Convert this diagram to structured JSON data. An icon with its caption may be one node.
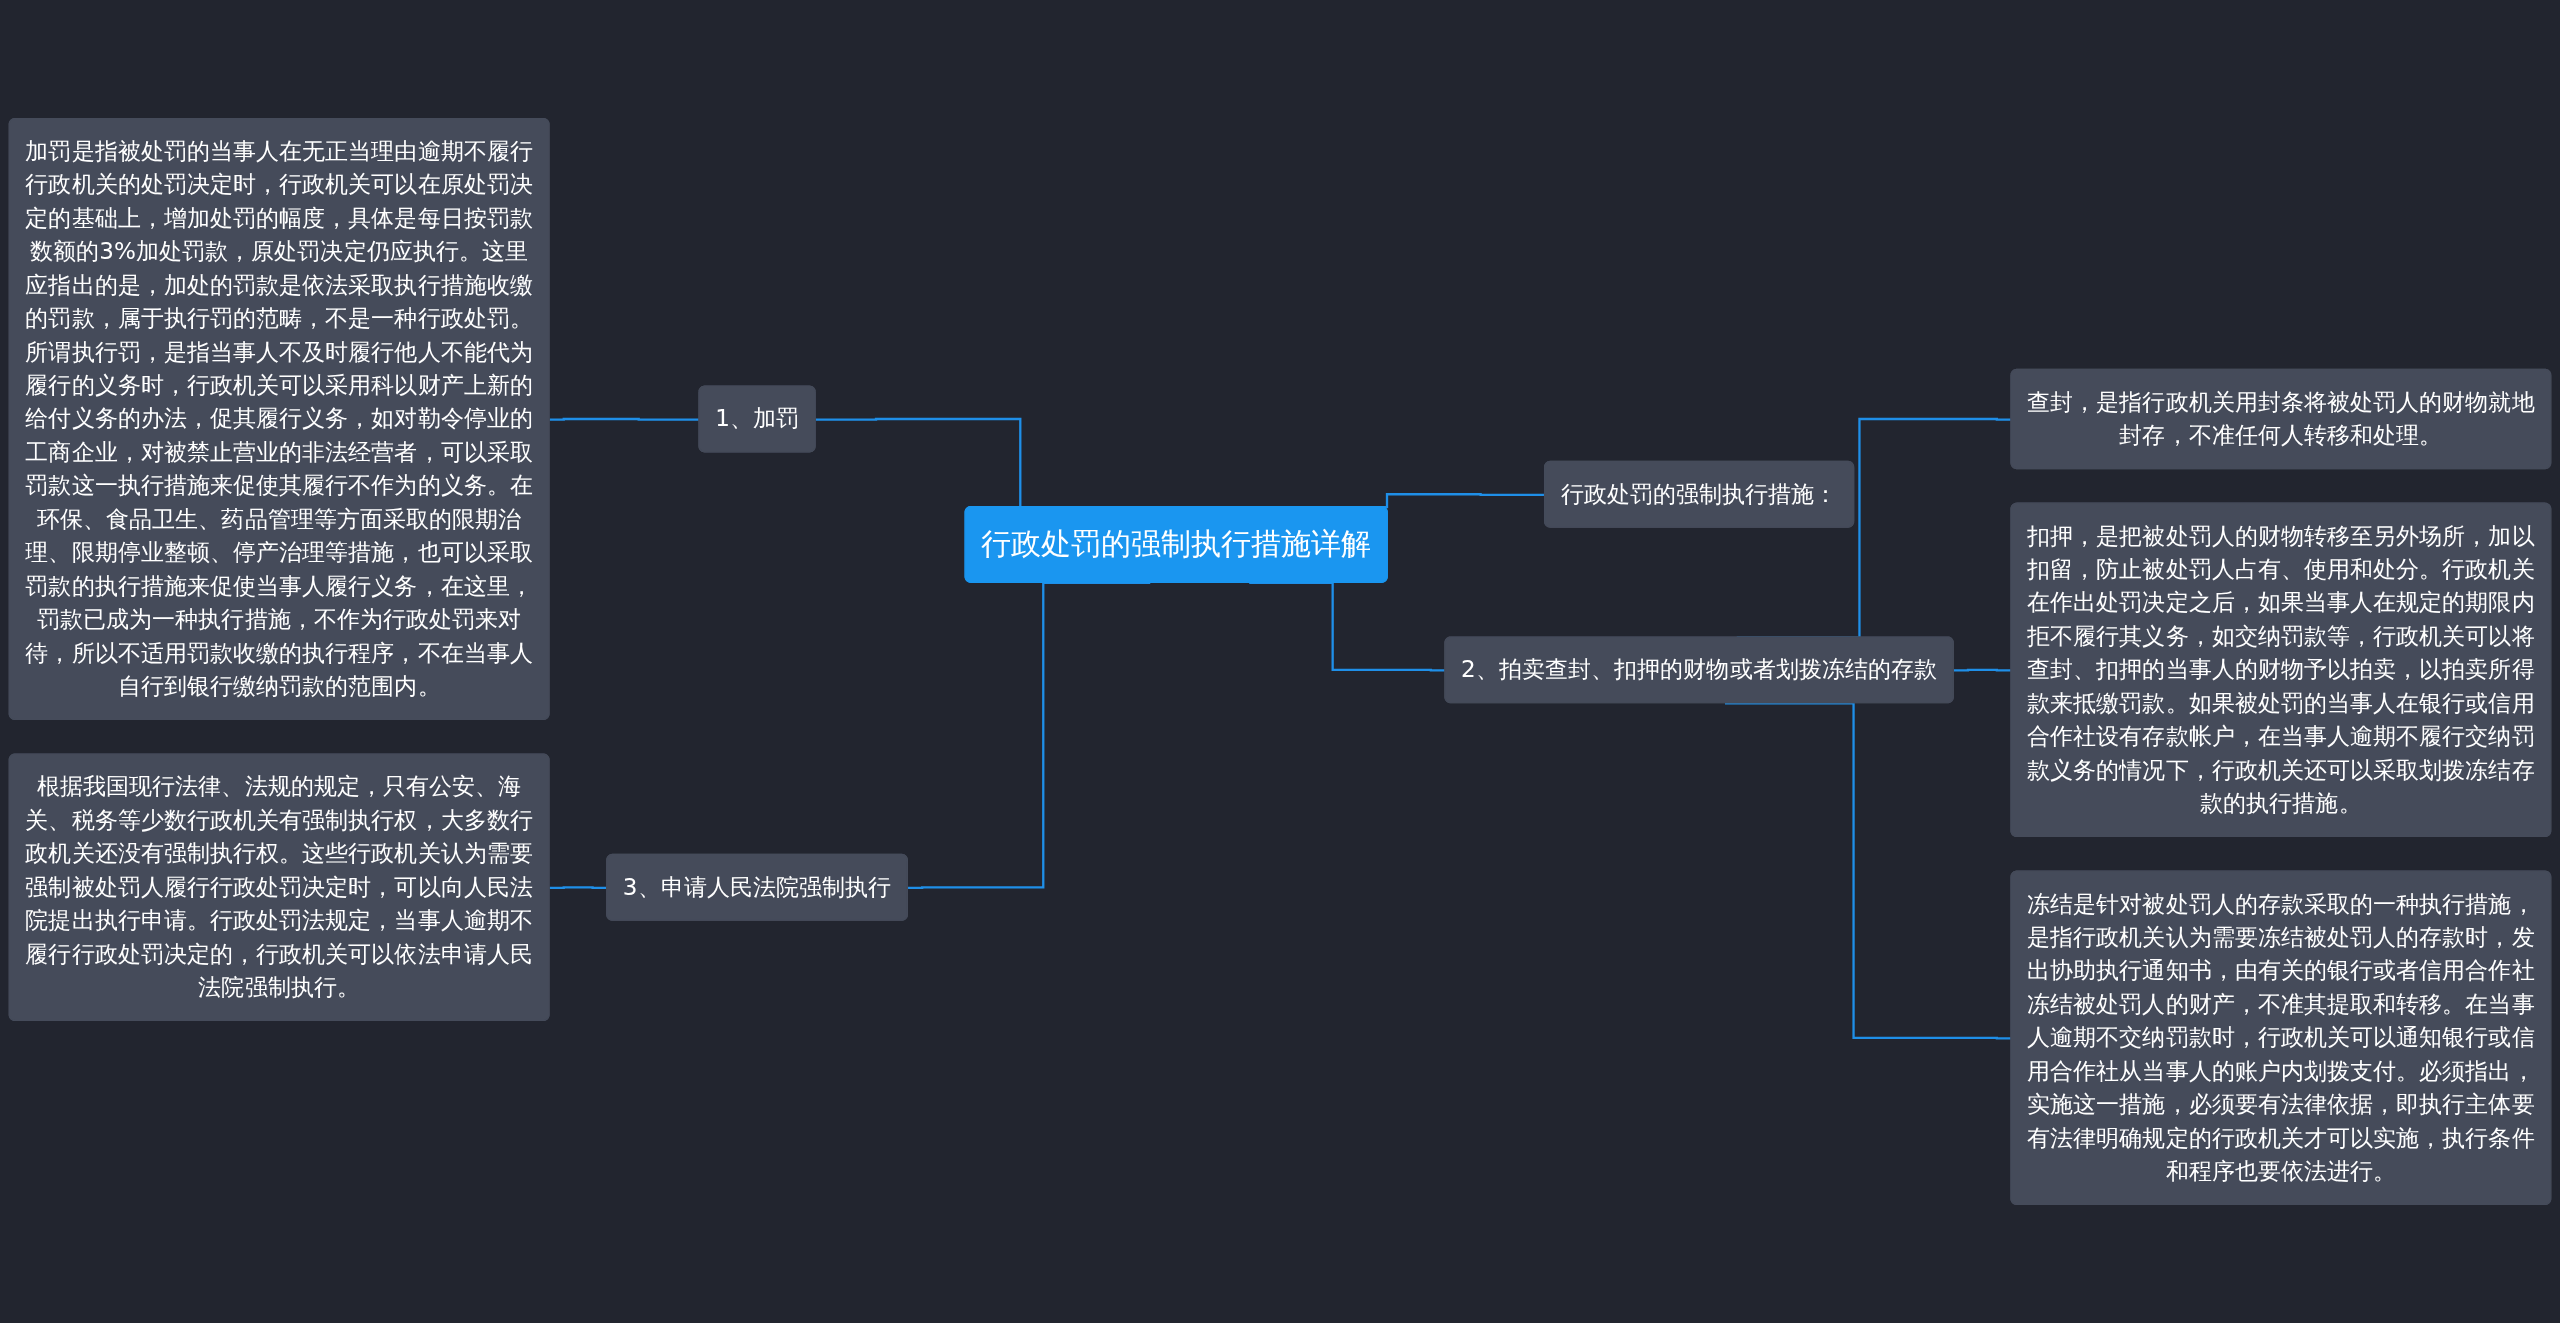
{
  "diagram": {
    "nodes": [
      {
        "text": [
          "行政处罚的强制执行措施详解"
        ]
      },
      {
        "text": [
          "1、加罚"
        ]
      },
      {
        "text": [
          "加罚是指被处罚的当事人在无正当理由逾期不履行行政机关的处罚决定时，行政机关可以在原处罚决定的基础上，增加处罚的幅度，具体是每日按罚款数额的3%加处罚款，原处罚决定仍应执行。这里应指出的是，加处的罚款是依法采取执行措施收缴的罚款，属于执行罚的范畴，不是一种行政处罚。所谓执行罚，是指当事人不及时履行他人不能代为履行的义务时，行政机关可以采用科以财产上新的给付义务的办法，促其履行义务，如对勒令停业的工商企业，对被禁止营业的非法经营者，可以采取罚款这一执行措施来促使其履行不作为的义务。在环保、食品卫生、药品管理等方面采取的限期治理、限期停业整顿、停产治理等措施，也可以采取罚款的执行措施来促使当事人履行义务，在这里，罚款已成为一种执行措施，不作为行政处罚来对待，所以不适用罚款收缴的执行程序，不在当事人自行到银行缴纳罚款的范围内。"
        ]
      },
      {
        "text": [
          "3、申请人民法院强制执行"
        ]
      },
      {
        "text": [
          "根据我国现行法律、法规的规定，只有公安、海关、税务等少数行政机关有强制执行权，大多数行政机关还没有强制执行权。这些行政机关认为需要强制被处罚人履行行政处罚决定时，可以向人民法院提出执行申请。行政处罚法规定，当事人逾期不履行行政处罚决定的，行政机关可以依法申请人民法院强制执行。"
        ]
      },
      {
        "text": [
          "行政处罚的强制执行措施："
        ]
      },
      {
        "text": [
          "2、拍卖查封、扣押的财物或者划拨冻结的存款"
        ]
      },
      {
        "text": [
          "查封，是指行政机关用封条将被处罚人的财物就地封存，不准任何人转移和处理。"
        ]
      },
      {
        "text": [
          "扣押，是把被处罚人的财物转移至另外场所，加以扣留，防止被处罚人占有、使用和处分。行政机关在作出处罚决定之后，如果当事人在规定的期限内拒不履行其义务，如交纳罚款等，行政机关可以将查封、扣押的当事人的财物予以拍卖，以拍卖所得款来抵缴罚款。如果被处罚的当事人在银行或信用合作社设有存款帐户，在当事人逾期不履行交纳罚款义务的情况下，行政机关还可以采取划拨冻结存款的执行措施。"
        ]
      },
      {
        "text": [
          "冻结是针对被处罚人的存款采取的一种执行措施，是指行政机关认为需要冻结被处罚人的存款时，发出协助执行通知书，由有关的银行或者信用合作社冻结被处罚人的财产，不准其提取和转移。在当事人逾期不交纳罚款时，行政机关可以通知银行或信用合作社从当事人的账户内划拨支付。必须指出，实施这一措施，必须要有法律依据，即执行主体要有法律明确规定的行政机关才可以实施，执行条件和程序也要依法进行。"
        ]
      }
    ],
    "edges": [
      {
        "from": 2,
        "to": 1,
        "arrow": "none"
      },
      {
        "from": 1,
        "to": 0,
        "arrow": "none"
      },
      {
        "from": 4,
        "to": 3,
        "arrow": "none"
      },
      {
        "from": 3,
        "to": 0,
        "arrow": "none"
      },
      {
        "from": 0,
        "to": 5,
        "arrow": "none"
      },
      {
        "from": 0,
        "to": 6,
        "arrow": "none"
      },
      {
        "from": 6,
        "to": 7,
        "arrow": "none"
      },
      {
        "from": 6,
        "to": 8,
        "arrow": "none"
      },
      {
        "from": 6,
        "to": 9,
        "arrow": "none"
      }
    ]
  }
}
